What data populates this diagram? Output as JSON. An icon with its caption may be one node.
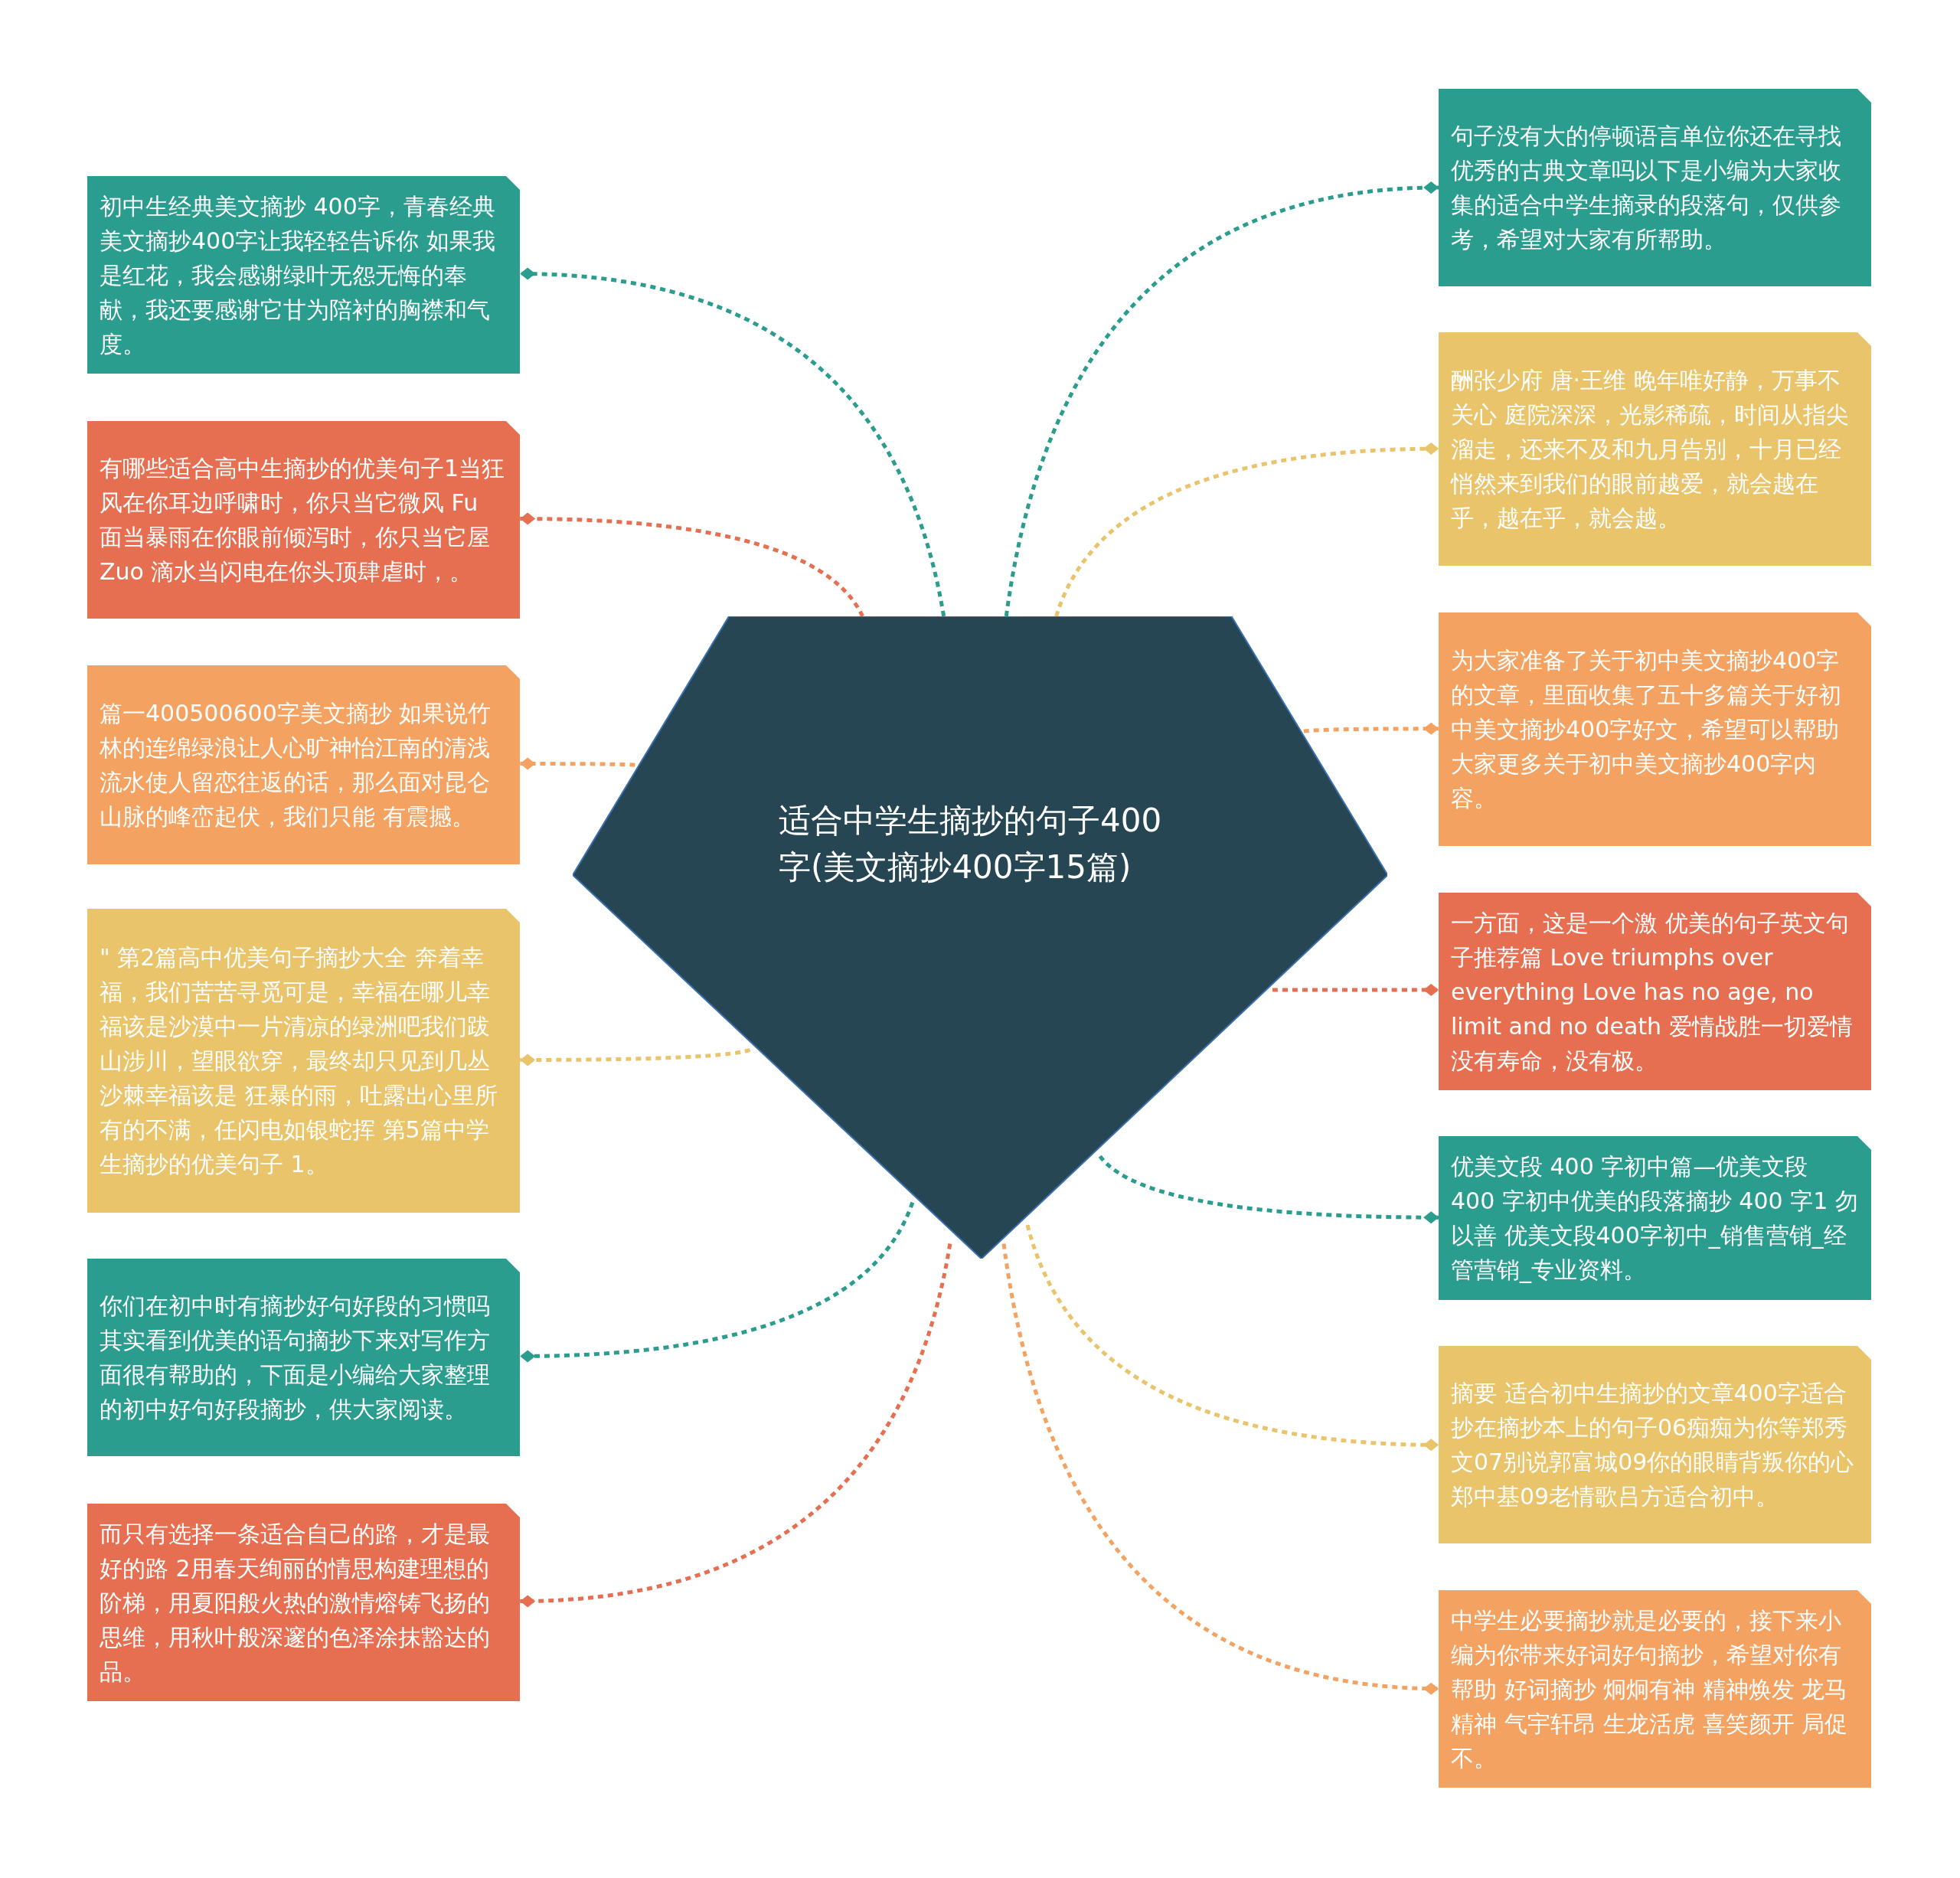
{
  "diagram": {
    "nodes": [
      {
        "text": [
          "适合中学生摘抄的句子400字(美文摘抄400字15篇)"
        ]
      },
      {
        "text": [
          "初中生经典美文摘抄 400字，青春经典美文摘抄400字让我轻轻告诉你 如果我是红花，我会感谢绿叶无怨无悔的奉献，我还要感谢它甘为陪衬的胸襟和气度。"
        ]
      },
      {
        "text": [
          "有哪些适合高中生摘抄的优美句子1当狂风在你耳边呼啸时，你只当它微风 Fu 面当暴雨在你眼前倾泻时，你只当它屋 Zuo 滴水当闪电在你头顶肆虐时，。"
        ]
      },
      {
        "text": [
          "篇一400500600字美文摘抄 如果说竹林的连绵绿浪让人心旷神怡江南的清浅流水使人留恋往返的话，那么面对昆仑山脉的峰峦起伏，我们只能 有震撼。"
        ]
      },
      {
        "text": [
          "\" 第2篇高中优美句子摘抄大全 奔着幸福，我们苦苦寻觅可是，幸福在哪儿幸福该是沙漠中一片清凉的绿洲吧我们跋山涉川，望眼欲穿，最终却只见到几丛沙棘幸福该是 狂暴的雨，吐露出心里所有的不满，任闪电如银蛇挥 第5篇中学生摘抄的优美句子 1。"
        ]
      },
      {
        "text": [
          "你们在初中时有摘抄好句好段的习惯吗其实看到优美的语句摘抄下来对写作方面很有帮助的，下面是小编给大家整理的初中好句好段摘抄，供大家阅读。"
        ]
      },
      {
        "text": [
          "而只有选择一条适合自己的路，才是最好的路 2用春天绚丽的情思构建理想的阶梯，用夏阳般火热的激情熔铸飞扬的思维，用秋叶般深邃的色泽涂抹豁达的品。"
        ]
      },
      {
        "text": [
          "句子没有大的停顿语言单位你还在寻找优秀的古典文章吗以下是小编为大家收集的适合中学生摘录的段落句，仅供参考，希望对大家有所帮助。"
        ]
      },
      {
        "text": [
          "酬张少府 唐·王维 晚年唯好静，万事不关心 庭院深深，光影稀疏，时间从指尖溜走，还来不及和九月告别，十月已经悄然来到我们的眼前越爱，就会越在乎，越在乎，就会越。"
        ]
      },
      {
        "text": [
          "为大家准备了关于初中美文摘抄400字的文章，里面收集了五十多篇关于好初中美文摘抄400字好文，希望可以帮助大家更多关于初中美文摘抄400字内容。"
        ]
      },
      {
        "text": [
          "一方面，这是一个激 优美的句子英文句子推荐篇 Love triumphs over everything Love has no age, no limit and no death 爱情战胜一切爱情没有寿命，没有极。"
        ]
      },
      {
        "text": [
          "优美文段 400 字初中篇—优美文段 400 字初中优美的段落摘抄 400 字1 勿以善 优美文段400字初中_销售营销_经管营销_专业资料。"
        ]
      },
      {
        "text": [
          "摘要 适合初中生摘抄的文章400字适合抄在摘抄本上的句子06痴痴为你等郑秀文07别说郭富城09你的眼睛背叛你的心郑中基09老情歌吕方适合初中。"
        ]
      },
      {
        "text": [
          "中学生必要摘抄就是必要的，接下来小编为你带来好词好句摘抄，希望对你有帮助 好词摘抄 炯炯有神 精神焕发 龙马精神 气宇轩昂 生龙活虎 喜笑颜开 局促不。"
        ]
      }
    ],
    "edges": [
      {
        "from": 0,
        "to": 1,
        "arrow": "other",
        "style": "dashed",
        "color": "#2a9d8f"
      },
      {
        "from": 0,
        "to": 2,
        "arrow": "other",
        "style": "dashed",
        "color": "#e76f51"
      },
      {
        "from": 0,
        "to": 3,
        "arrow": "other",
        "style": "dashed",
        "color": "#f4a261"
      },
      {
        "from": 0,
        "to": 4,
        "arrow": "other",
        "style": "dashed",
        "color": "#e9c46a"
      },
      {
        "from": 0,
        "to": 5,
        "arrow": "other",
        "style": "dashed",
        "color": "#2a9d8f"
      },
      {
        "from": 0,
        "to": 6,
        "arrow": "other",
        "style": "dashed",
        "color": "#e76f51"
      },
      {
        "from": 0,
        "to": 7,
        "arrow": "other",
        "style": "dashed",
        "color": "#2a9d8f"
      },
      {
        "from": 0,
        "to": 8,
        "arrow": "other",
        "style": "dashed",
        "color": "#e9c46a"
      },
      {
        "from": 0,
        "to": 9,
        "arrow": "other",
        "style": "dashed",
        "color": "#f4a261"
      },
      {
        "from": 0,
        "to": 10,
        "arrow": "other",
        "style": "dashed",
        "color": "#e76f51"
      },
      {
        "from": 0,
        "to": 11,
        "arrow": "other",
        "style": "dashed",
        "color": "#2a9d8f"
      },
      {
        "from": 0,
        "to": 12,
        "arrow": "other",
        "style": "dashed",
        "color": "#e9c46a"
      },
      {
        "from": 0,
        "to": 13,
        "arrow": "other",
        "style": "dashed",
        "color": "#f4a261"
      }
    ]
  }
}
